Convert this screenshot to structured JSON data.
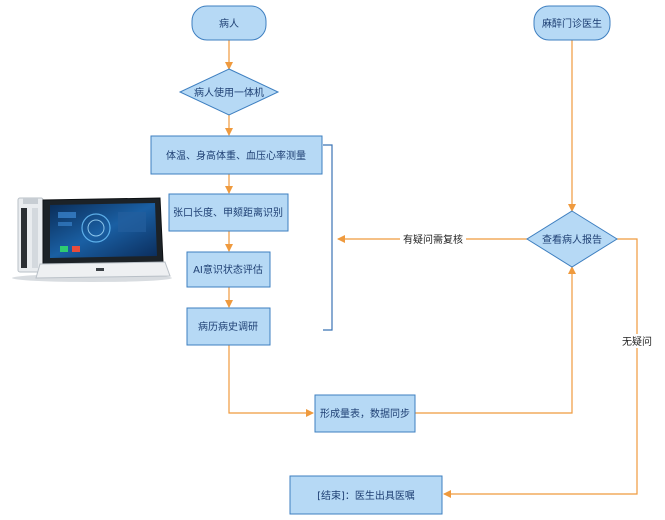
{
  "nodes": {
    "patient": "病人",
    "anesthesia_clinic": "麻醉门诊医生",
    "use_machine": "病人使用一体机",
    "measure": "体温、身高体重、血压心率测量",
    "mouth": "张口长度、甲颏距离识别",
    "ai_assess": "AI意识状态评估",
    "history": "病历病史调研",
    "form": "形成量表，数据同步",
    "review": "查看病人报告",
    "end": "[结束]：医生出具医嘱"
  },
  "edges": {
    "has_doubt": "有疑问需复核",
    "no_doubt": "无疑问"
  },
  "icons": {
    "device": "medical-kiosk-device"
  },
  "colors": {
    "box_fill": "#b6d9f5",
    "box_stroke": "#3e7fc0",
    "arrow": "#ef9a3e",
    "bracket": "#3b73b5",
    "text": "#1e3f73"
  }
}
